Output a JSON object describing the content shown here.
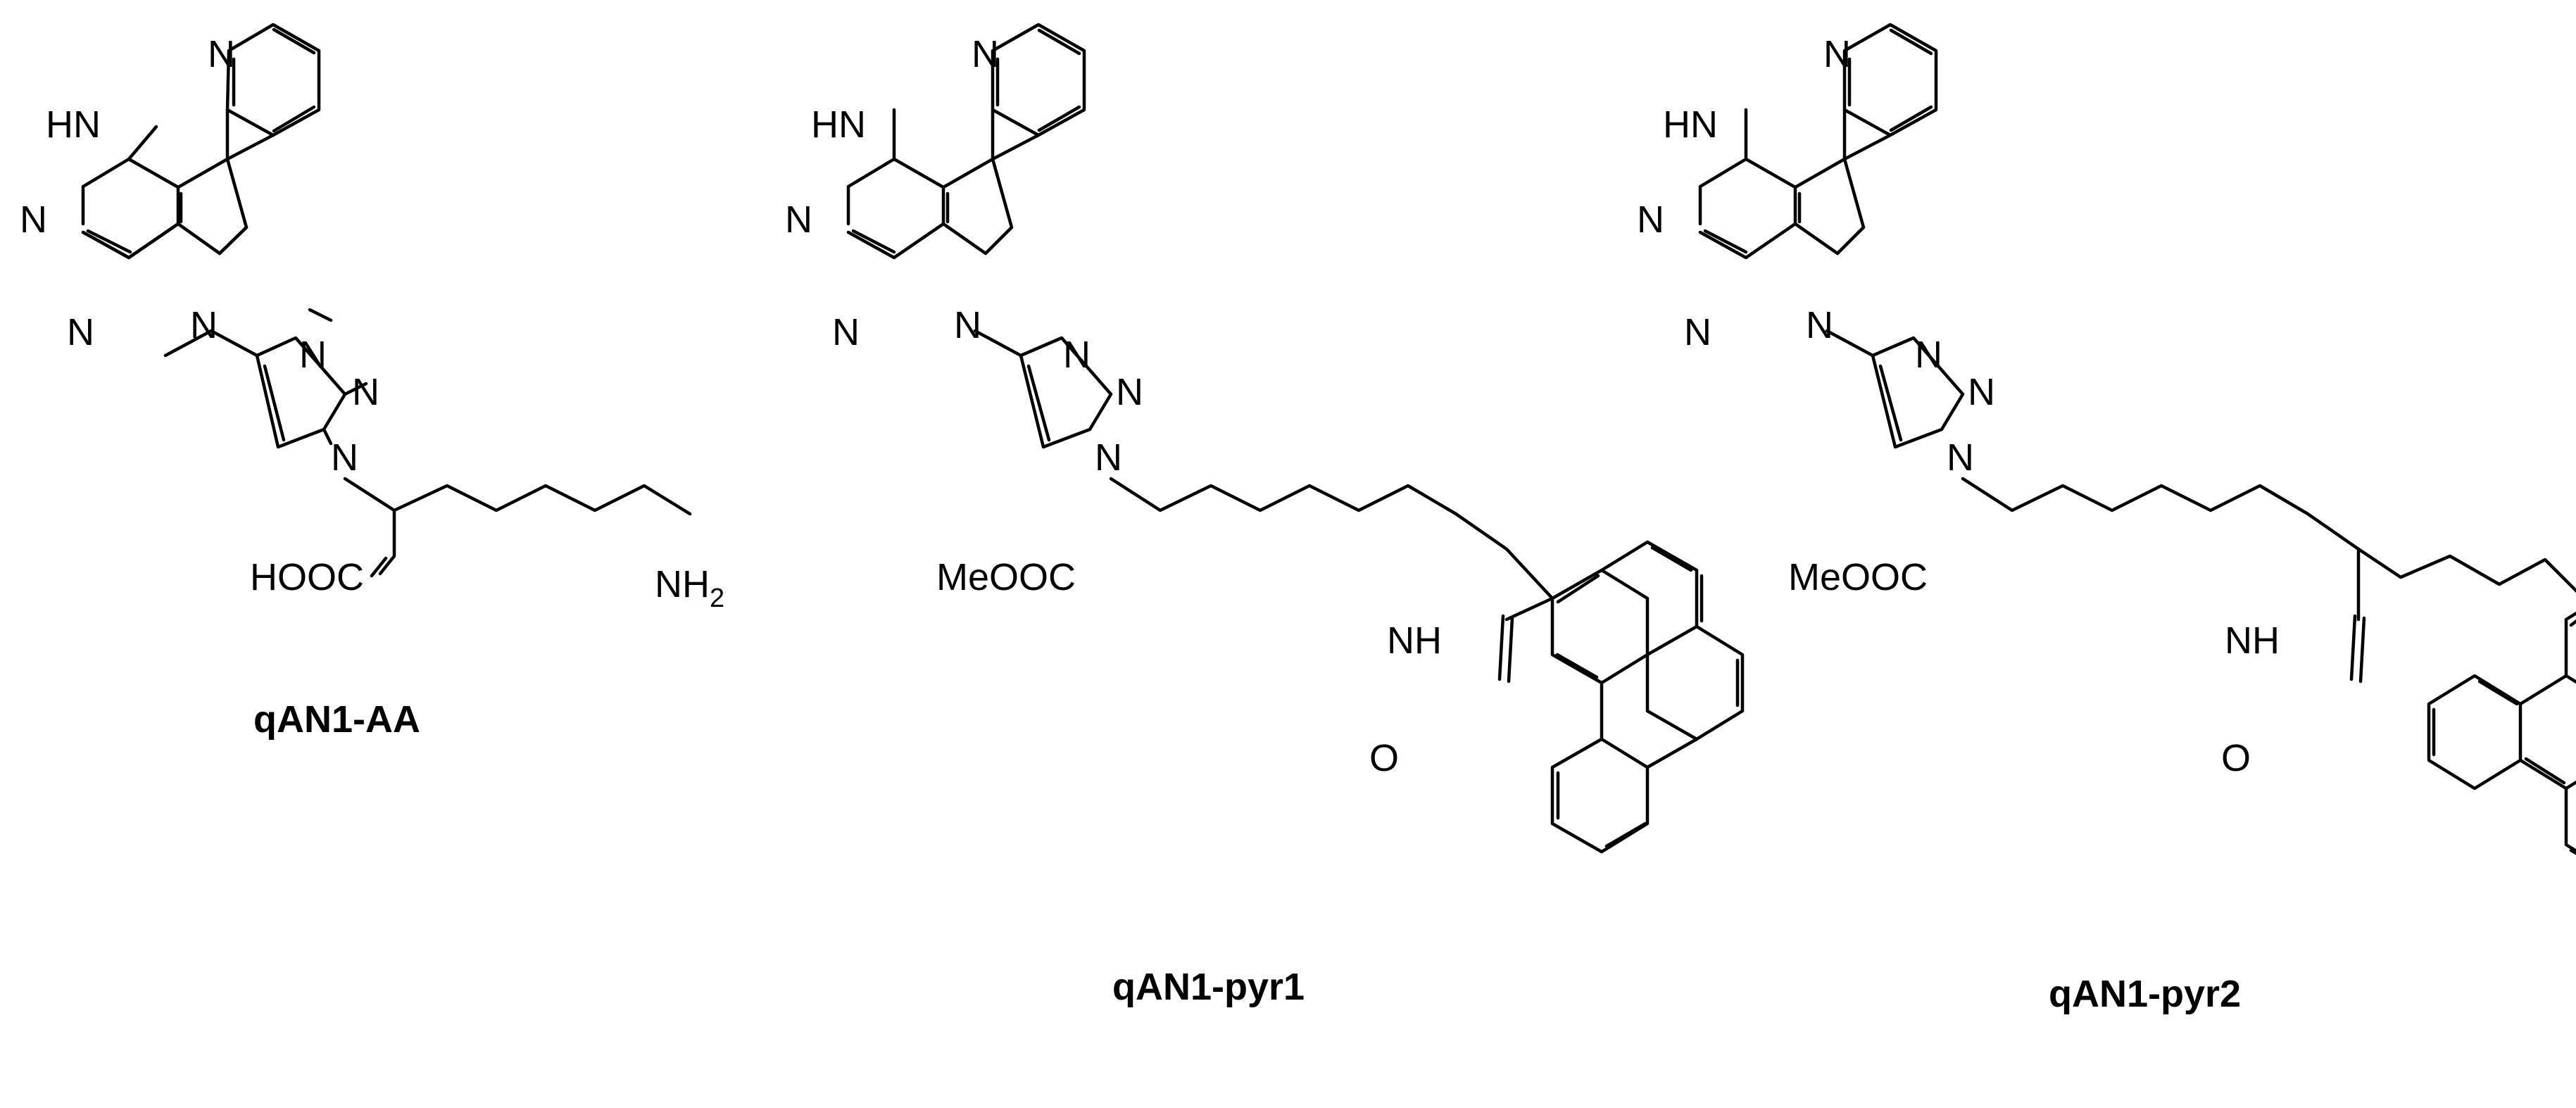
{
  "background_color": "#ffffff",
  "ink_color": "#000000",
  "molecules": [
    {
      "caption": "qAN1-AA",
      "labels": {
        "pyridine_n": "N",
        "bridge_nh": "HN",
        "pyrimidine_n1": "N",
        "pyrimidine_n2": "N",
        "pyrrole_n": "N",
        "triazole_n3": "N",
        "triazole_n2": "N",
        "triazole_n1": "N",
        "acid_group": "HOOC",
        "amine": "NH",
        "amine_subscript": "2"
      }
    },
    {
      "caption": "qAN1-pyr1",
      "labels": {
        "pyridine_n": "N",
        "bridge_nh": "HN",
        "pyrimidine_n1": "N",
        "pyrimidine_n2": "N",
        "pyrrole_n": "N",
        "triazole_n3": "N",
        "triazole_n2": "N",
        "triazole_n1": "N",
        "ester_group": "MeOOC",
        "amide_nh": "NH",
        "carbonyl_o": "O"
      }
    },
    {
      "caption": "qAN1-pyr2",
      "labels": {
        "pyridine_n": "N",
        "bridge_nh": "HN",
        "pyrimidine_n1": "N",
        "pyrimidine_n2": "N",
        "pyrrole_n": "N",
        "triazole_n3": "N",
        "triazole_n2": "N",
        "triazole_n1": "N",
        "ester_group": "MeOOC",
        "amide_nh": "NH",
        "carbonyl_o": "O"
      }
    }
  ]
}
